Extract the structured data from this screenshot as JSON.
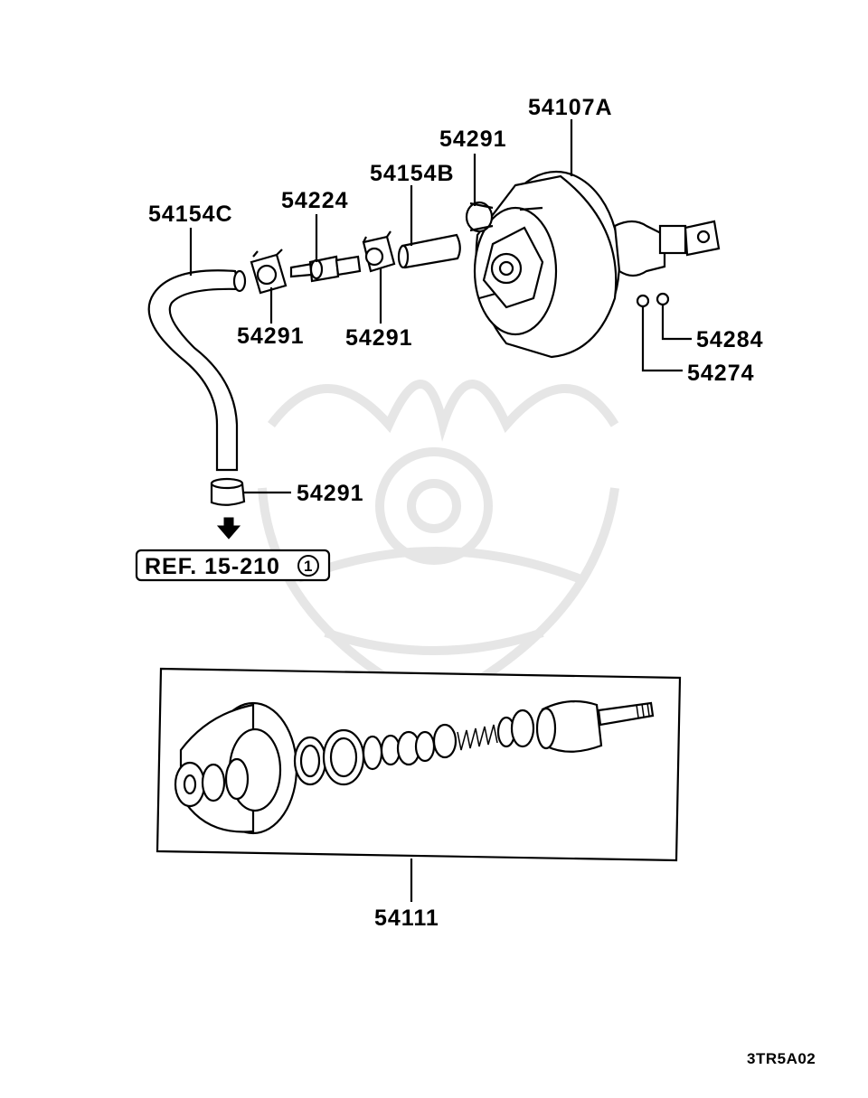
{
  "labels": {
    "booster": "54107A",
    "clip_top": "54291",
    "hose_b": "54154B",
    "valve": "54224",
    "hose_c": "54154C",
    "clip_1": "54291",
    "clip_2": "54291",
    "nut": "54284",
    "washer": "54274",
    "clip_bottom": "54291",
    "kit": "54111",
    "ref": "REF. 15-210",
    "ref_circle": "1",
    "code": "3TR5A02"
  }
}
